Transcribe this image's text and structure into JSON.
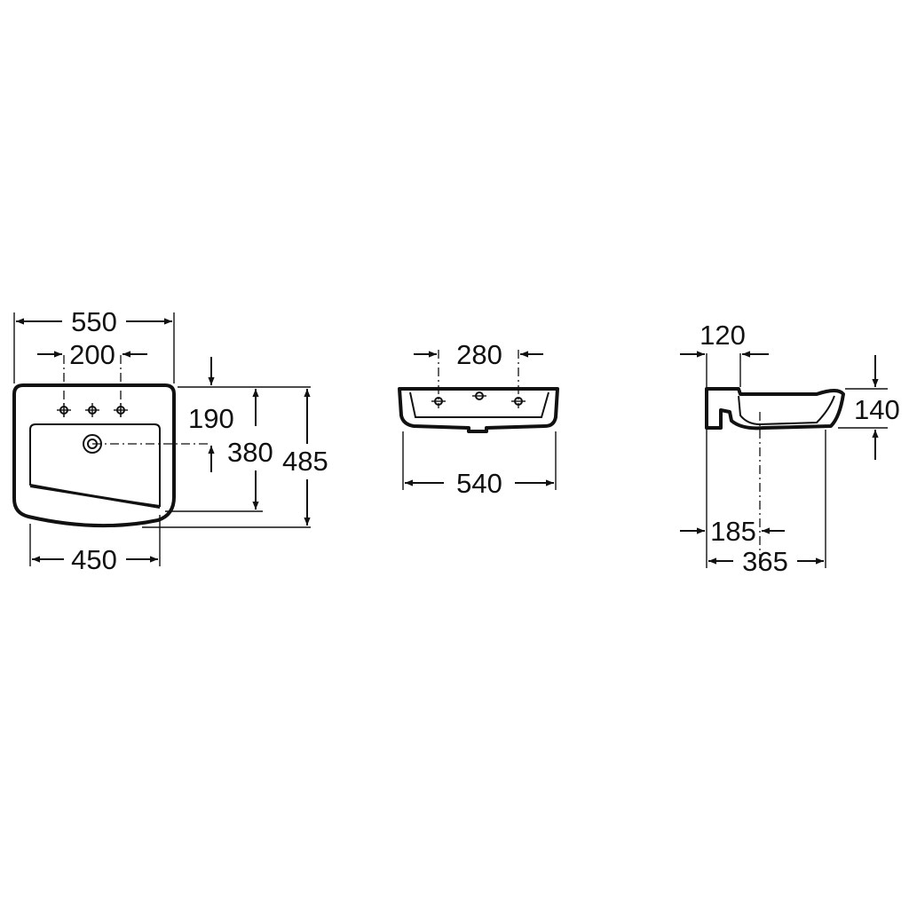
{
  "front_view": {
    "overall_width": "550",
    "tap_hole_spacing": "200",
    "bowl_width": "450",
    "drain_depth": "190",
    "bowl_depth": "380",
    "overall_depth": "485"
  },
  "rear_view": {
    "hole_spacing": "280",
    "overall_width": "540"
  },
  "side_view": {
    "wall_offset": "120",
    "height": "140",
    "drain_distance": "185",
    "overall_depth": "365"
  }
}
